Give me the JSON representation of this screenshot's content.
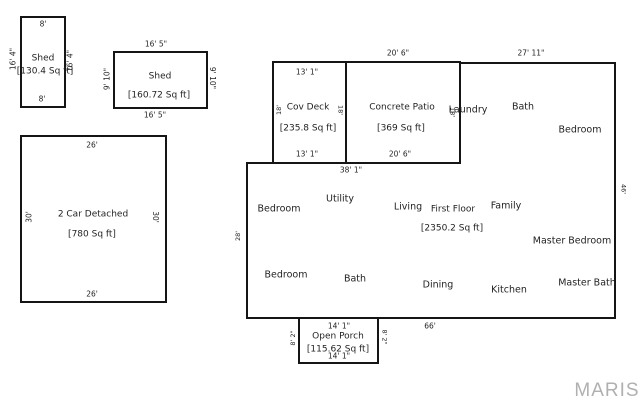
{
  "watermark": "MARIS",
  "rooms": [
    "Laundry",
    "Bath",
    "Bedroom",
    "Bedroom",
    "Utility",
    "Living",
    "Family",
    "Master Bedroom",
    "Bedroom",
    "Bath",
    "Dining",
    "Kitchen",
    "Master Bath"
  ],
  "structures": {
    "shed1": {
      "name": "Shed",
      "area": "[130.4 Sq ft]",
      "dim_top": "8'",
      "dim_bottom": "8'",
      "dim_left": "16' 4\"",
      "dim_right": "16' 4\""
    },
    "shed2": {
      "name": "Shed",
      "area": "[160.72 Sq ft]",
      "dim_top": "16' 5\"",
      "dim_bottom": "16' 5\"",
      "dim_left": "9' 10\"",
      "dim_right": "9' 10\""
    },
    "garage": {
      "name": "2 Car Detached",
      "area": "[780 Sq ft]",
      "dim_top": "26'",
      "dim_bottom": "26'",
      "dim_left": "30'",
      "dim_right": "30'"
    },
    "cov_deck": {
      "name": "Cov Deck",
      "area": "[235.8 Sq ft]",
      "dim_top": "13' 1\"",
      "dim_bottom": "13' 1\"",
      "dim_left": "18'",
      "dim_right": "18'"
    },
    "concrete_patio": {
      "name": "Concrete Patio",
      "area": "[369 Sq ft]",
      "dim_top": "20' 6\"",
      "dim_bottom": "20' 6\"",
      "dim_right": "18'"
    },
    "first_floor": {
      "name": "First Floor",
      "area": "[2350.2 Sq ft]",
      "dim_top_left": "38' 1\"",
      "dim_top_right": "27' 11\"",
      "dim_left": "28'",
      "dim_right": "46'",
      "dim_bottom": "66'"
    },
    "open_porch": {
      "name": "Open Porch",
      "area": "[115.62 Sq ft]",
      "dim_top": "14' 1\"",
      "dim_bottom": "14' 1\"",
      "dim_left": "8' 2\"",
      "dim_right": "8' 2\""
    }
  }
}
